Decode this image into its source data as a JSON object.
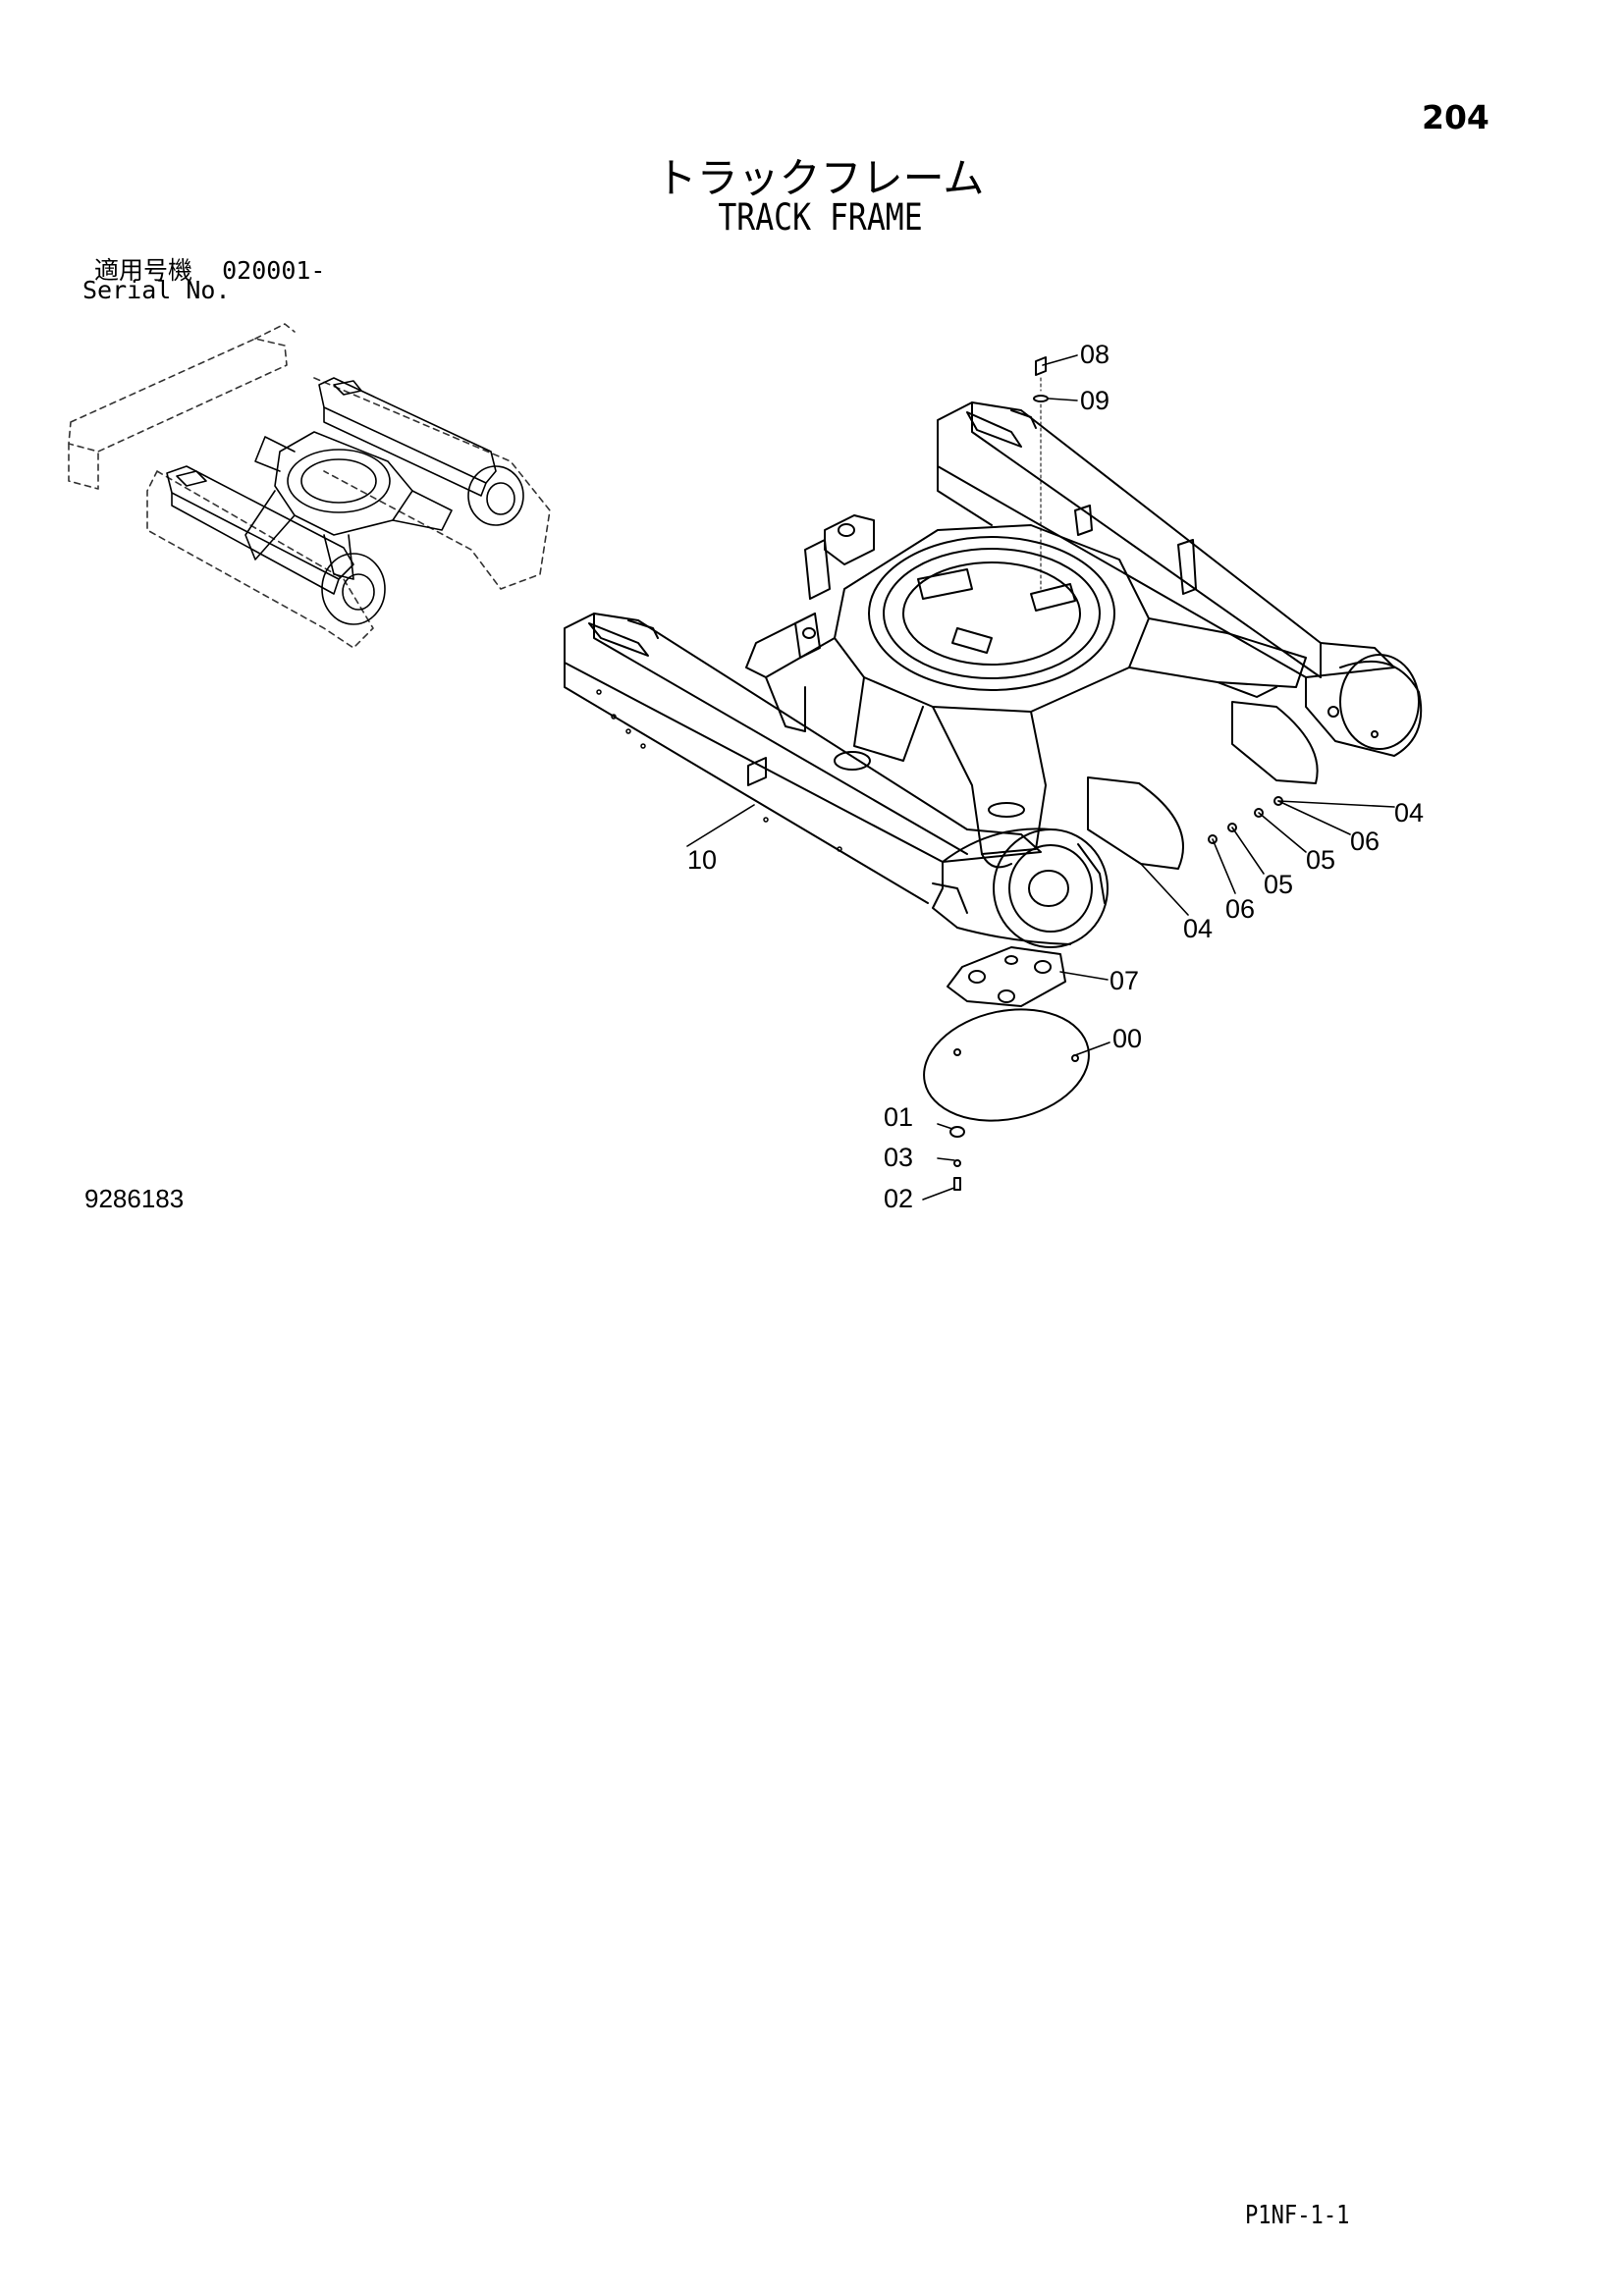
{
  "page": {
    "number": "204",
    "title_jp": "トラックフレーム",
    "title_en": "TRACK FRAME",
    "serial_label_jp": "適用号機",
    "serial_value": "020001-",
    "serial_label_en": "Serial No.",
    "drawing_number": "9286183",
    "sheet_code": "P1NF-1-1"
  },
  "callouts": [
    {
      "id": "c08",
      "label": "08"
    },
    {
      "id": "c09",
      "label": "09"
    },
    {
      "id": "c10",
      "label": "10"
    },
    {
      "id": "c04a",
      "label": "04"
    },
    {
      "id": "c06a",
      "label": "06"
    },
    {
      "id": "c05a",
      "label": "05"
    },
    {
      "id": "c04b",
      "label": "04"
    },
    {
      "id": "c06b",
      "label": "06"
    },
    {
      "id": "c05b",
      "label": "05"
    },
    {
      "id": "c07",
      "label": "07"
    },
    {
      "id": "c00",
      "label": "00"
    },
    {
      "id": "c01",
      "label": "01"
    },
    {
      "id": "c03",
      "label": "03"
    },
    {
      "id": "c02",
      "label": "02"
    }
  ]
}
